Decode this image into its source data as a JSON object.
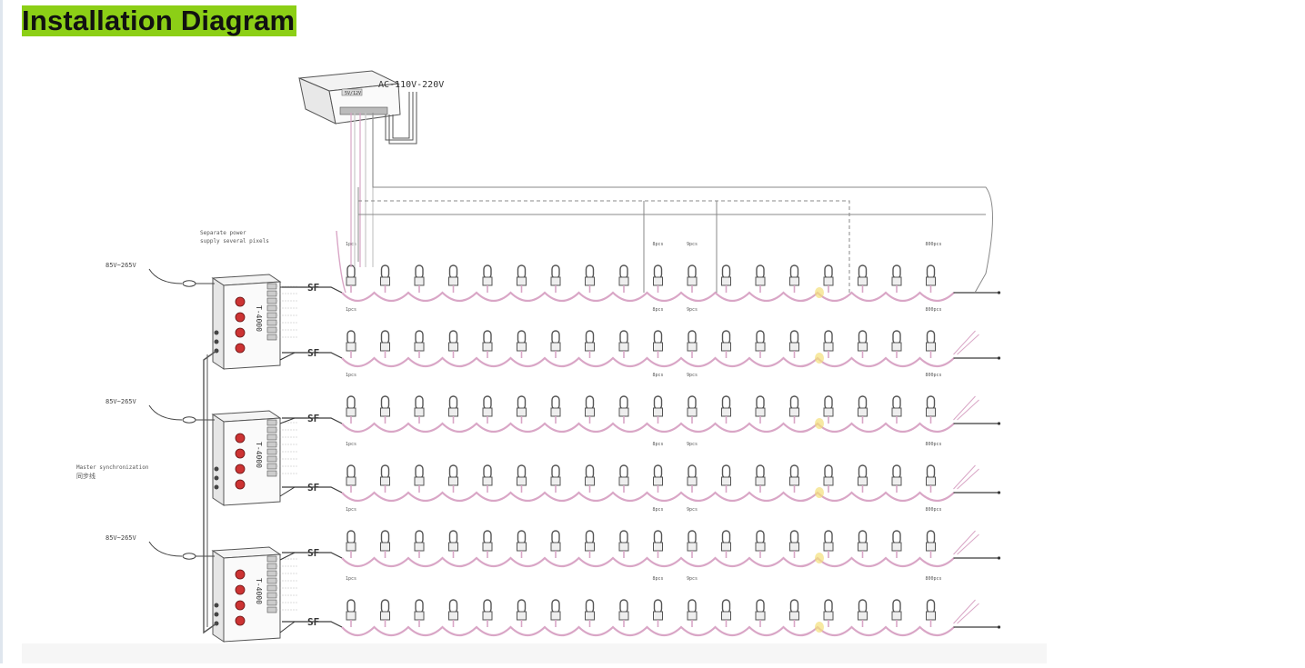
{
  "page": {
    "title": "Installation Diagram"
  },
  "diagram": {
    "power_supply_label": "AC-110V-220V",
    "power_supply_box_label": "5V/12V",
    "controller_input_labels": [
      "85V~265V",
      "85V~265V",
      "85V~265V"
    ],
    "controller_model": "T-4000",
    "sync_cable_label": "Master synchronization",
    "sync_cable_label_cn": "同步线",
    "supply_note_line1": "Separate power",
    "supply_note_line2": "supply several pixels",
    "row_count": 6,
    "pixels_per_row": 18,
    "spacing_labels": [
      "1pcs",
      "8pcs",
      "9pcs",
      "800pcs"
    ],
    "connector_label": "SF",
    "colors": {
      "wire_pink": "#d9a6c6",
      "wire_dark": "#3a3a3a",
      "bulb": "#555555",
      "highlight": "#f3e07a",
      "title_bg": "#8ccf16"
    }
  }
}
